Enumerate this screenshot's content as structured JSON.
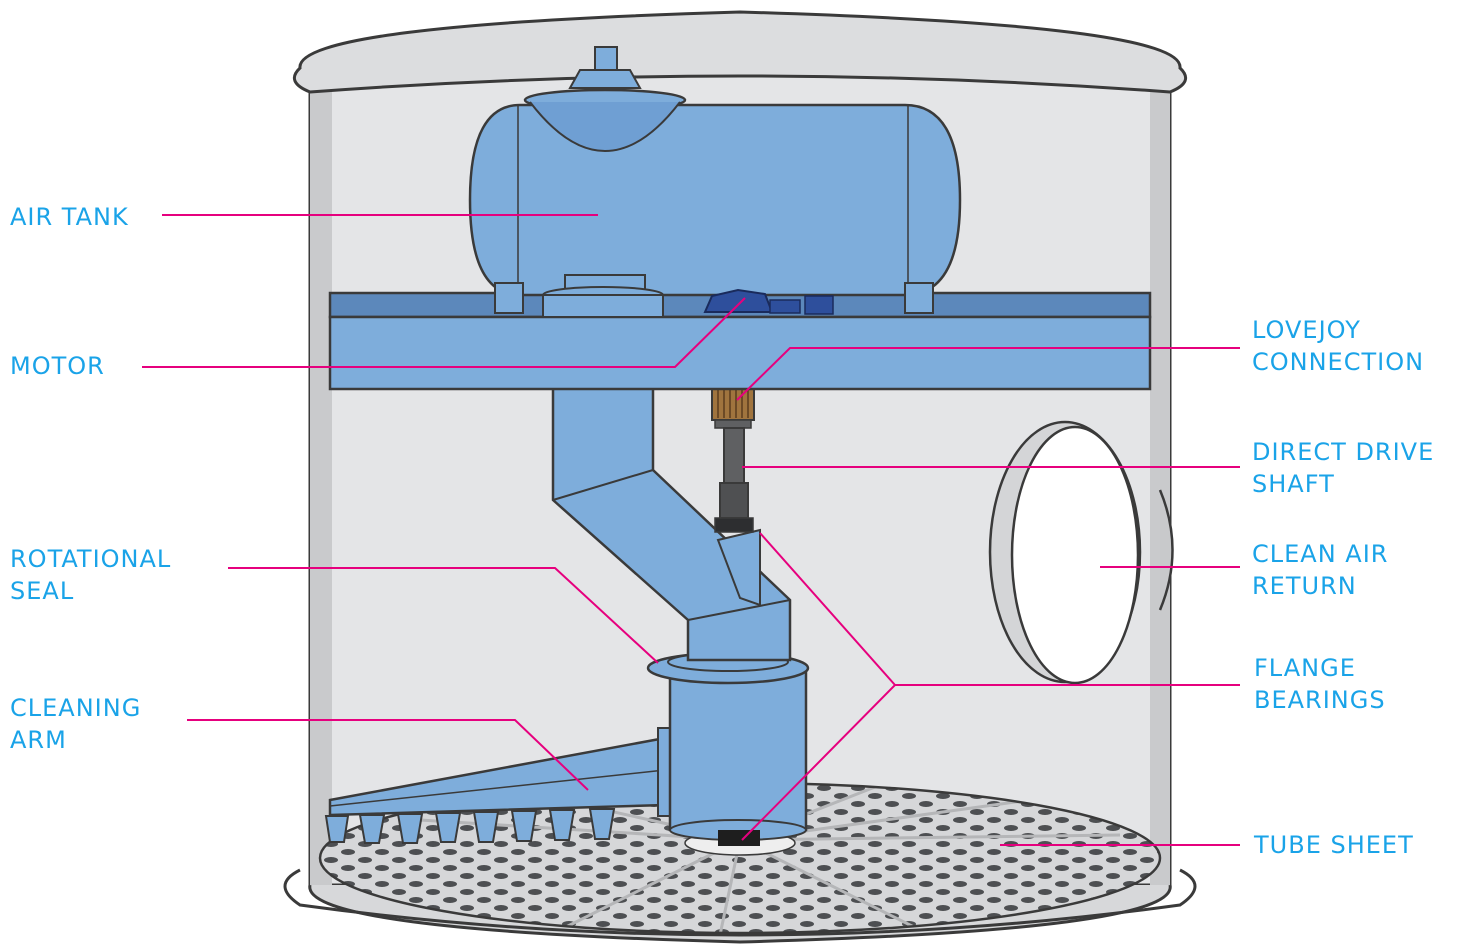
{
  "colors": {
    "label": "#1aa3e8",
    "leader": "#e6007e",
    "equipment": "#7eaddb",
    "equipment_dark": "#5c88bb",
    "outline": "#3a3a3a",
    "housing": "#e6e7e9",
    "motor": "#2e4f9c",
    "tube_sheet": "#a7a9ac"
  },
  "labels": {
    "air_tank": "AIR TANK",
    "motor": "MOTOR",
    "rotational_seal_1": "ROTATIONAL",
    "rotational_seal_2": "SEAL",
    "cleaning_arm_1": "CLEANING",
    "cleaning_arm_2": "ARM",
    "lovejoy_1": "LOVEJOY",
    "lovejoy_2": "CONNECTION",
    "shaft_1": "DIRECT DRIVE",
    "shaft_2": "SHAFT",
    "clean_air_1": "CLEAN AIR",
    "clean_air_2": "RETURN",
    "flange_1": "FLANGE",
    "flange_2": "BEARINGS",
    "tube_sheet": "TUBE SHEET"
  }
}
